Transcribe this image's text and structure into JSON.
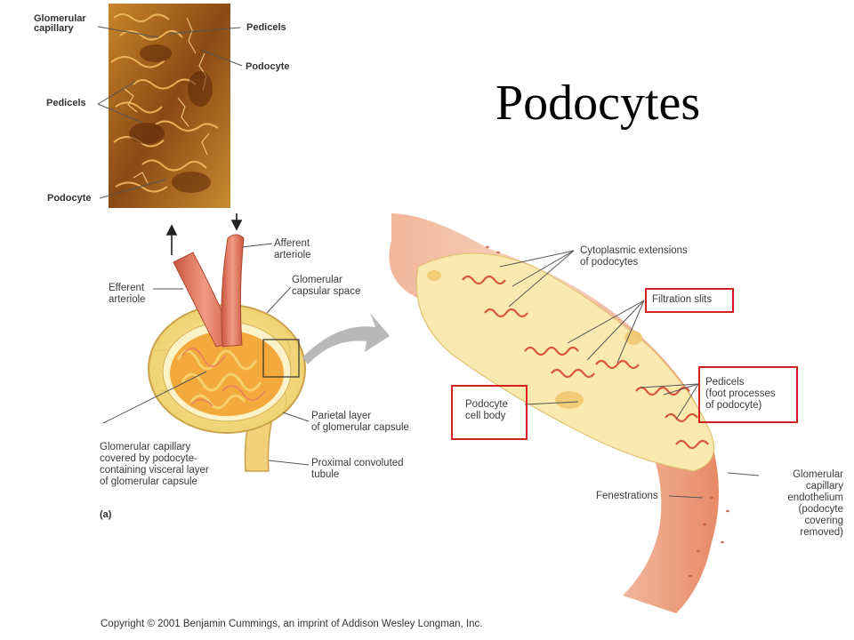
{
  "title": "Podocytes",
  "micrograph": {
    "labels": {
      "glomerular_capillary_line1": "Glomerular",
      "glomerular_capillary_line2": "capillary",
      "pedicels_top": "Pedicels",
      "podocyte_top": "Podocyte",
      "pedicels_left": "Pedicels",
      "podocyte_bottom": "Podocyte"
    }
  },
  "glomerulus": {
    "labels": {
      "afferent_line1": "Afferent",
      "afferent_line2": "arteriole",
      "efferent_line1": "Efferent",
      "efferent_line2": "arteriole",
      "capsular_space_line1": "Glomerular",
      "capsular_space_line2": "capsular space",
      "parietal_line1": "Parietal layer",
      "parietal_line2": "of glomerular capsule",
      "visceral_line1": "Glomerular capillary",
      "visceral_line2": "covered by podocyte-",
      "visceral_line3": "containing visceral layer",
      "visceral_line4": "of glomerular capsule",
      "pct_line1": "Proximal convoluted",
      "pct_line2": "tubule",
      "panel_letter": "(a)"
    }
  },
  "enlarged": {
    "labels": {
      "cytoplasmic_line1": "Cytoplasmic extensions",
      "cytoplasmic_line2": "of podocytes",
      "filtration_slits": "Filtration slits",
      "pedicels_line1": "Pedicels",
      "pedicels_line2": "(foot processes",
      "pedicels_line3": "of podocyte)",
      "cell_body_line1": "Podocyte",
      "cell_body_line2": "cell body",
      "fenestrations": "Fenestrations",
      "endothelium_line1": "Glomerular",
      "endothelium_line2": "capillary",
      "endothelium_line3": "endothelium",
      "endothelium_line4": "(podocyte",
      "endothelium_line5": "covering",
      "endothelium_line6": "removed)"
    }
  },
  "copyright": "Copyright © 2001 Benjamin Cummings, an imprint of Addison Wesley Longman, Inc.",
  "colors": {
    "highlight_box": "#d42020",
    "micrograph_dark": "#7a3a10",
    "micrograph_light": "#e8a640",
    "capsule_yellow": "#f6e08a",
    "capillary_orange": "#f2a33a",
    "vessel_red": "#e2715a",
    "cell_cream": "#fbeab0",
    "pedicel_red": "#d8553a"
  }
}
